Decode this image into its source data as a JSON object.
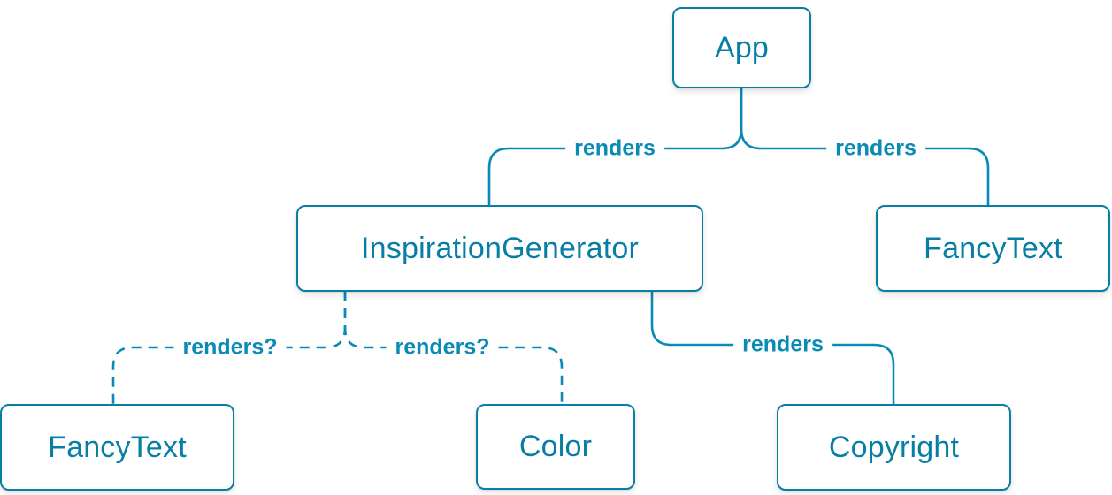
{
  "diagram": {
    "colors": {
      "accent": "#087EA4",
      "edge": "#0A8BB5",
      "node_background": "#FFFFFF"
    },
    "nodes": [
      {
        "id": "app",
        "label": "App"
      },
      {
        "id": "inspiration-generator",
        "label": "InspirationGenerator"
      },
      {
        "id": "fancy-text-top",
        "label": "FancyText"
      },
      {
        "id": "fancy-text-bottom",
        "label": "FancyText"
      },
      {
        "id": "color",
        "label": "Color"
      },
      {
        "id": "copyright",
        "label": "Copyright"
      }
    ],
    "edges": [
      {
        "from": "App",
        "to": "InspirationGenerator",
        "label": "renders",
        "style": "solid"
      },
      {
        "from": "App",
        "to": "FancyText",
        "label": "renders",
        "style": "solid"
      },
      {
        "from": "InspirationGenerator",
        "to": "FancyText",
        "label": "renders?",
        "style": "dashed"
      },
      {
        "from": "InspirationGenerator",
        "to": "Color",
        "label": "renders?",
        "style": "dashed"
      },
      {
        "from": "InspirationGenerator",
        "to": "Copyright",
        "label": "renders",
        "style": "solid"
      }
    ]
  }
}
